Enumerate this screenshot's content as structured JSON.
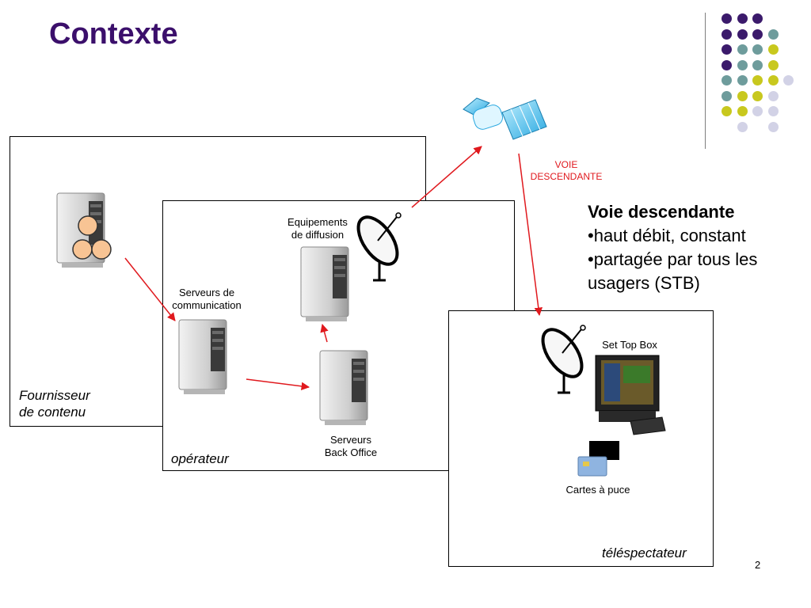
{
  "slide": {
    "title": "Contexte",
    "page_number": "2"
  },
  "labels": {
    "voie_descendante_arrow": [
      "VOIE",
      "DESCENDANTE"
    ],
    "equipements_diffusion": [
      "Equipements",
      "de diffusion"
    ],
    "serveurs_communication": [
      "Serveurs de",
      "communication"
    ],
    "serveurs_back_office": [
      "Serveurs",
      "Back Office"
    ],
    "set_top_box": "Set Top Box",
    "cartes_a_puce": "Cartes à puce"
  },
  "zones": {
    "fournisseur": [
      "Fournisseur",
      "de contenu"
    ],
    "operateur": "opérateur",
    "telespectateur": "téléspectateur"
  },
  "bullets": {
    "heading": "Voie descendante",
    "items": [
      "•haut débit, constant",
      "•partagée par tous les",
      "usagers (STB)"
    ]
  },
  "colors": {
    "title": "#3b0f6b",
    "arrow": "#e0191e",
    "dot_purple": "#3b1a6b",
    "dot_teal": "#6e9c9c",
    "dot_yellow": "#c8c81e",
    "dot_lavender": "#d2d2e6"
  },
  "decor": {
    "dot_grid": [
      [
        "purple",
        "purple",
        "purple",
        "none"
      ],
      [
        "purple",
        "purple",
        "purple",
        "teal"
      ],
      [
        "purple",
        "teal",
        "teal",
        "yellow"
      ],
      [
        "purple",
        "teal",
        "teal",
        "yellow"
      ],
      [
        "teal",
        "teal",
        "yellow",
        "yellow",
        "lavender"
      ],
      [
        "teal",
        "yellow",
        "yellow",
        "lavender"
      ],
      [
        "yellow",
        "yellow",
        "lavender",
        "lavender"
      ],
      [
        "none",
        "lavender",
        "none",
        "lavender"
      ]
    ]
  }
}
